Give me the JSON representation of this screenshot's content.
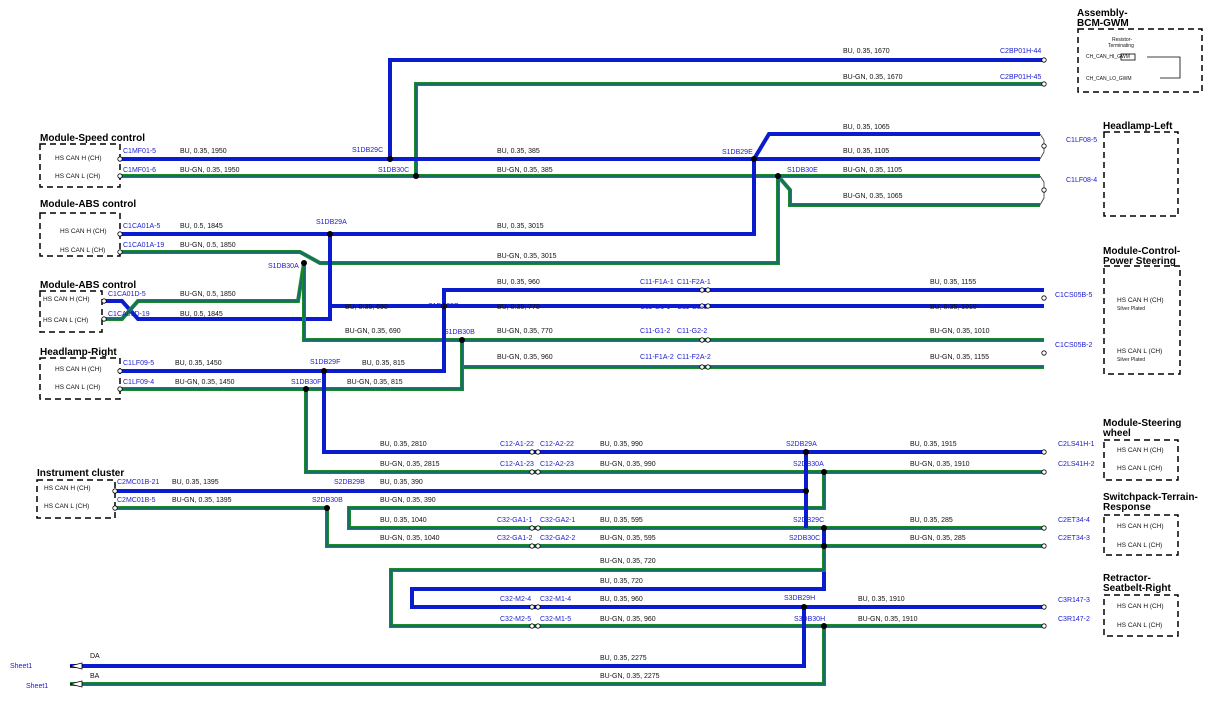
{
  "colors": {
    "bu": "#0b1ccf",
    "bugn": "#1a6a72",
    "bugn_edge": "#1a8a2a",
    "node": "#000000",
    "connector": "#1a1ad0"
  },
  "modules": [
    {
      "title": "Module-Speed control",
      "pins": [
        "HS CAN H (CH)",
        "HS CAN L (CH)"
      ]
    },
    {
      "title": "Module-ABS control",
      "pins": [
        "HS CAN H (CH)",
        "HS CAN L (CH)"
      ]
    },
    {
      "title": "Module-ABS control",
      "pins": [
        "HS CAN H (CH)",
        "HS CAN L (CH)"
      ]
    },
    {
      "title": "Headlamp-Right",
      "pins": [
        "HS CAN H (CH)",
        "HS CAN L (CH)"
      ]
    },
    {
      "title": "Instrument cluster",
      "pins": [
        "HS CAN H (CH)",
        "HS CAN L (CH)"
      ]
    },
    {
      "title": "Assembly-\nBCM-GWM",
      "pins": [
        "CH_CAN_HI_GWM",
        "CH_CAN_LO_GWM"
      ],
      "extra": "Resistor-\nTerminating"
    },
    {
      "title": "Headlamp-Left",
      "pins": []
    },
    {
      "title": "Module-Control-\nPower Steering",
      "pins": [
        "HS CAN H (CH)",
        "HS CAN L (CH)"
      ],
      "sub": "Silver Plated"
    },
    {
      "title": "Module-Steering\nwheel",
      "pins": [
        "HS CAN H (CH)",
        "HS CAN L (CH)"
      ]
    },
    {
      "title": "Switchpack-Terrain-\nResponse",
      "pins": [
        "HS CAN H (CH)",
        "HS CAN L (CH)"
      ]
    },
    {
      "title": "Retractor-\nSeatbelt-Right",
      "pins": [
        "HS CAN H (CH)",
        "HS CAN L (CH)"
      ]
    }
  ],
  "connectors": [
    "C1MF01-5",
    "C1MF01-6",
    "C1CA01A-5",
    "C1CA01A-19",
    "C1CA01D-5",
    "C1CA01D-19",
    "C1LF09-5",
    "C1LF09-4",
    "C2MC01B-21",
    "C2MC01B-5",
    "C2BP01H-44",
    "C2BP01H-45",
    "C1LF08-5",
    "C1LF08-4",
    "C1CS05B-5",
    "C1CS05B-2",
    "C2LS41H-1",
    "C2LS41H-2",
    "C2ET34-4",
    "C2ET34-3",
    "C3R147-3",
    "C3R147-2",
    "C11-F1A-1",
    "C11-F2A-1",
    "C11-G1-1",
    "C11-G2-1",
    "C11-G1-2",
    "C11-G2-2",
    "C11-F1A-2",
    "C11-F2A-2",
    "C12-A1-22",
    "C12-A2-22",
    "C12-A1-23",
    "C12-A2-23",
    "C32-GA1-1",
    "C32-GA2-1",
    "C32-GA1-2",
    "C32-GA2-2",
    "C32-M2-4",
    "C32-M1-4",
    "C32-M2-5",
    "C32-M1-5"
  ],
  "splices": [
    "S1DB29C",
    "S1DB30C",
    "S1DB29E",
    "S1DB30E",
    "S1DB29A",
    "S1DB30A",
    "S1DB29B",
    "S1DB30B",
    "S1DB29F",
    "S1DB30F",
    "S2DB29B",
    "S2DB30B",
    "S2DB29A",
    "S2DB30A",
    "S2DB29C",
    "S2DB30C",
    "S3DB29H",
    "S3DB30H"
  ],
  "wire_labels": [
    "BU, 0.35, 1950",
    "BU-GN, 0.35, 1950",
    "BU, 0.5, 1845",
    "BU-GN, 0.5, 1850",
    "BU-GN, 0.5, 1850",
    "BU, 0.5, 1845",
    "BU, 0.35, 1450",
    "BU-GN, 0.35, 1450",
    "BU, 0.35, 1395",
    "BU-GN, 0.35, 1395",
    "BU, 0.35, 1670",
    "BU-GN, 0.35, 1670",
    "BU, 0.35, 1065",
    "BU, 0.35, 1105",
    "BU-GN, 0.35, 1105",
    "BU-GN, 0.35, 1065",
    "BU, 0.35, 385",
    "BU-GN, 0.35, 385",
    "BU, 0.35, 3015",
    "BU-GN, 0.35, 3015",
    "BU, 0.35, 960",
    "BU, 0.35, 770",
    "BU, 0.35, 690",
    "BU-GN, 0.35, 690",
    "BU-GN, 0.35, 770",
    "BU-GN, 0.35, 960",
    "BU, 0.35, 815",
    "BU-GN, 0.35, 815",
    "BU, 0.35, 1155",
    "BU, 0.35, 1010",
    "BU-GN, 0.35, 1010",
    "BU-GN, 0.35, 1155",
    "BU, 0.35, 2810",
    "BU-GN, 0.35, 2815",
    "BU, 0.35, 990",
    "BU-GN, 0.35, 990",
    "BU, 0.35, 1915",
    "BU-GN, 0.35, 1910",
    "BU, 0.35, 390",
    "BU-GN, 0.35, 390",
    "BU, 0.35, 1040",
    "BU-GN, 0.35, 1040",
    "BU, 0.35, 595",
    "BU-GN, 0.35, 595",
    "BU, 0.35, 285",
    "BU-GN, 0.35, 285",
    "BU-GN, 0.35, 720",
    "BU, 0.35, 720",
    "BU, 0.35, 960",
    "BU-GN, 0.35, 960",
    "BU, 0.35, 1910",
    "BU-GN, 0.35, 1910",
    "BU, 0.35, 2275",
    "BU-GN, 0.35, 2275"
  ],
  "offsheet": [
    {
      "label": "Sheet1",
      "code": "DA"
    },
    {
      "label": "Sheet1",
      "code": "BA"
    }
  ]
}
